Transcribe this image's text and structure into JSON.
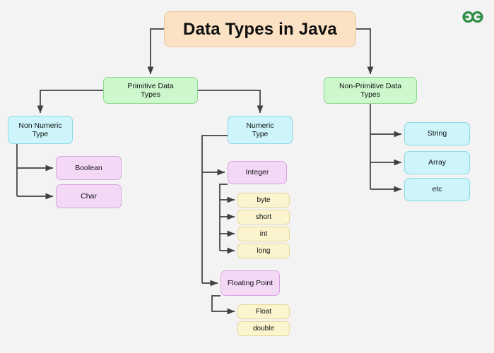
{
  "page": {
    "background_color": "#f3f3f3",
    "title": "Data Types in Java"
  },
  "logo": {
    "name": "geeksforgeeks-logo",
    "color": "#2f8d46"
  },
  "colors": {
    "title_fill": "#fbe2c4",
    "title_border": "#edc79a",
    "green_fill": "#cdf7cd",
    "green_border": "#8fd78f",
    "cyan_fill": "#cdf5fa",
    "cyan_border": "#8bd8e6",
    "purple_fill": "#f4d9f7",
    "purple_border": "#d9a4e0",
    "yellow_fill": "#fbf4cf",
    "yellow_border": "#e6da9c",
    "connector": "#404040"
  },
  "nodes": {
    "title": "Data Types in Java",
    "primitive": "Primitive Data Types",
    "primitive_line1": "Primitive Data",
    "primitive_line2": "Types",
    "non_primitive_line1": "Non-Primitive Data",
    "non_primitive_line2": "Types",
    "non_numeric_line1": "Non Numeric",
    "non_numeric_line2": "Type",
    "numeric_line1": "Numeric",
    "numeric_line2": "Type",
    "boolean": "Boolean",
    "char": "Char",
    "integer": "Integer",
    "floating_point": "Floating Point",
    "byte": "byte",
    "short": "short",
    "int": "int",
    "long": "long",
    "float": "Float",
    "double": "double",
    "string": "String",
    "array": "Array",
    "etc": "etc"
  },
  "chart_data": {
    "type": "diagram",
    "title": "Data Types in Java",
    "tree": {
      "label": "Data Types in Java",
      "children": [
        {
          "label": "Primitive Data Types",
          "children": [
            {
              "label": "Non Numeric Type",
              "children": [
                {
                  "label": "Boolean"
                },
                {
                  "label": "Char"
                }
              ]
            },
            {
              "label": "Numeric Type",
              "children": [
                {
                  "label": "Integer",
                  "children": [
                    {
                      "label": "byte"
                    },
                    {
                      "label": "short"
                    },
                    {
                      "label": "int"
                    },
                    {
                      "label": "long"
                    }
                  ]
                },
                {
                  "label": "Floating Point",
                  "children": [
                    {
                      "label": "Float"
                    },
                    {
                      "label": "double"
                    }
                  ]
                }
              ]
            }
          ]
        },
        {
          "label": "Non-Primitive Data Types",
          "children": [
            {
              "label": "String"
            },
            {
              "label": "Array"
            },
            {
              "label": "etc"
            }
          ]
        }
      ]
    }
  }
}
